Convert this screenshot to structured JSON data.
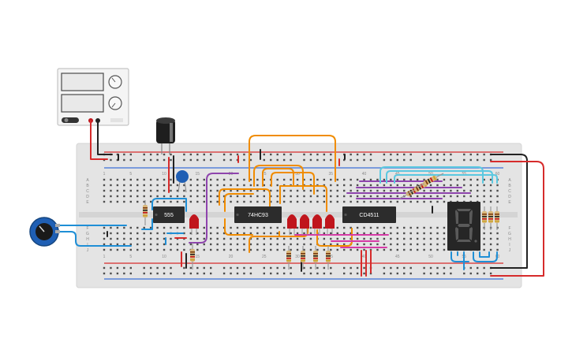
{
  "components": {
    "timer_chip": "555",
    "counter_chip": "74HC93",
    "decoder_chip": "CD4511"
  },
  "breadboard": {
    "column_numbers": [
      "1",
      "5",
      "10",
      "15",
      "20",
      "25",
      "30",
      "35",
      "40",
      "45",
      "50",
      "55",
      "60"
    ],
    "row_letters_top": [
      "A",
      "B",
      "C",
      "D",
      "E"
    ],
    "row_letters_bottom": [
      "F",
      "G",
      "H",
      "I",
      "J"
    ]
  },
  "display": {
    "digit": "8"
  },
  "colors": {
    "wire_red": "#d62b2b",
    "wire_black": "#222222",
    "wire_orange": "#f08c00",
    "wire_blue": "#1f8fd6",
    "wire_lightblue": "#5bc8e0",
    "wire_purple": "#8e44ad",
    "wire_magenta": "#d63aa7",
    "led_red": "#c0161d",
    "breadboard": "#e4e4e4",
    "chip": "#2c2c2c"
  }
}
